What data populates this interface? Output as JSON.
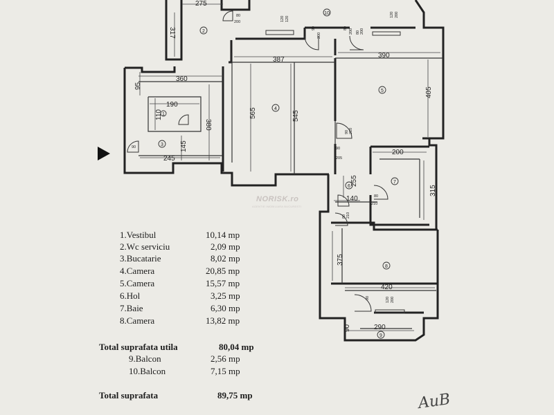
{
  "plan": {
    "dimensions": {
      "d275": "275",
      "d317": "317",
      "d387": "387",
      "d390": "390",
      "d360": "360",
      "d95": "95",
      "d565": "565",
      "d545": "545",
      "d405": "405",
      "d190": "190",
      "d110": "110",
      "d380": "380",
      "d145": "145",
      "d245": "245",
      "d200": "200",
      "d255": "255",
      "d315": "315",
      "d140": "140",
      "d375": "375",
      "d420": "420",
      "d290": "290",
      "d90": "90",
      "d200b": "200"
    },
    "door_labels": {
      "a": "80",
      "b": "200",
      "c": "120",
      "d": "120",
      "e": "90",
      "f": "200",
      "g": "80",
      "h": "200",
      "i": "120",
      "j": "200",
      "k": "80",
      "l": "200",
      "m": "90",
      "n": "205",
      "o": "90",
      "p": "210",
      "q": "80",
      "r": "210",
      "s": "80",
      "t": "120",
      "u": "210",
      "v": "200",
      "w": "90",
      "x": "90"
    },
    "room_numbers": {
      "r1": "1",
      "r2": "2",
      "r3": "3",
      "r4": "4",
      "r5": "5",
      "r6": "6",
      "r7": "7",
      "r8": "8",
      "r9": "9",
      "r10": "10"
    }
  },
  "watermark": {
    "brand": "NORISK.ro",
    "tagline": "AGENTIE IMOBILIARA BUCURESTI"
  },
  "rooms": [
    {
      "name": "1.Vestibul",
      "area": "10,14 mp"
    },
    {
      "name": "2.Wc serviciu",
      "area": "2,09 mp"
    },
    {
      "name": "3.Bucatarie",
      "area": "8,02 mp"
    },
    {
      "name": "4.Camera",
      "area": "20,85 mp"
    },
    {
      "name": "5.Camera",
      "area": "15,57 mp"
    },
    {
      "name": "6.Hol",
      "area": "3,25 mp"
    },
    {
      "name": "7.Baie",
      "area": "6,30 mp"
    },
    {
      "name": "8.Camera",
      "area": "13,82 mp"
    }
  ],
  "useful_total": {
    "label": "Total suprafata utila",
    "area": "80,04 mp"
  },
  "balconies": [
    {
      "name": "9.Balcon",
      "area": "2,56 mp"
    },
    {
      "name": "10.Balcon",
      "area": "7,15 mp"
    }
  ],
  "grand_total": {
    "label": "Total suprafata",
    "area": "89,75 mp"
  },
  "signature": "AuB"
}
